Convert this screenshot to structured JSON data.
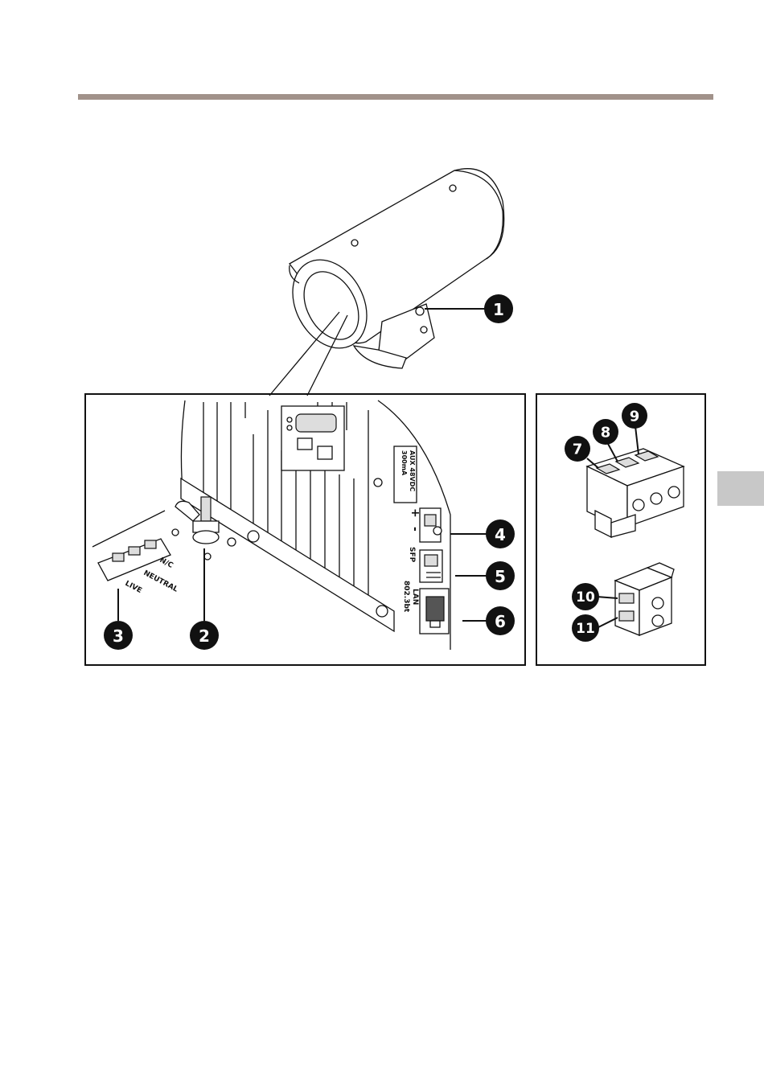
{
  "header": {
    "rule_color": "#a1928a"
  },
  "side_tab": {
    "color": "#c8c8c8"
  },
  "labels": {
    "nc": "N/C",
    "neutral": "NEUTRAL",
    "live": "LIVE",
    "aux_line1": "AUX 48VDC",
    "aux_line2": "300mA",
    "plus": "+",
    "minus": "-",
    "sfp": "SFP",
    "lan": "LAN",
    "poe": "802.3bt"
  },
  "callouts": [
    "1",
    "2",
    "3",
    "4",
    "5",
    "6",
    "7",
    "8",
    "9",
    "10",
    "11"
  ]
}
